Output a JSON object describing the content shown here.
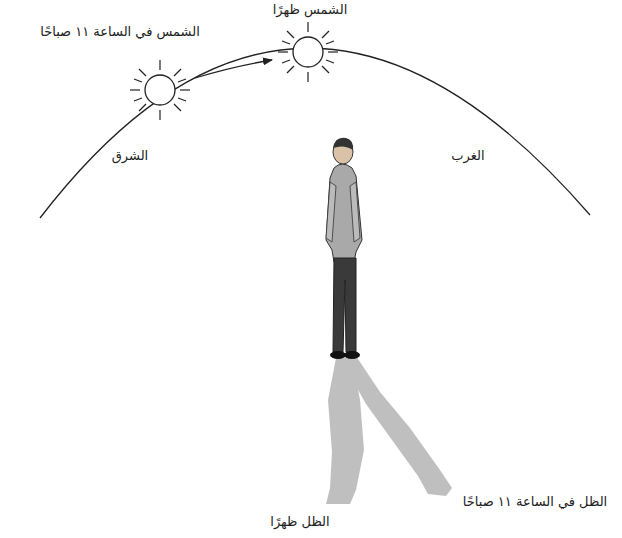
{
  "diagram": {
    "labels": [
      "الشمس ظهرًا",
      "الشمس في الساعة ١١ صباحًا",
      "الشرق",
      "الغرب",
      "الظل في الساعة ١١ صباحًا",
      "الظل ظهرًا"
    ]
  }
}
